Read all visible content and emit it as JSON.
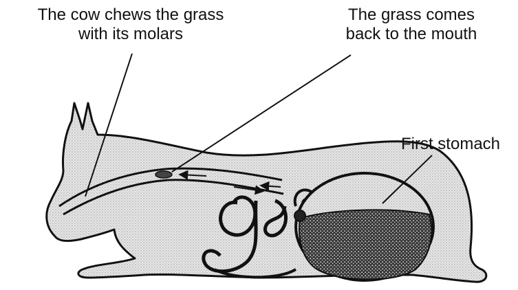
{
  "labels": {
    "chew": {
      "line1": "The cow  chews the grass",
      "line2": "with its molars"
    },
    "grass_returns": {
      "line1": "The grass comes",
      "line2": "back to the mouth"
    },
    "first_stomach": {
      "line1": "First stomach"
    }
  },
  "colors": {
    "outline": "#111111",
    "body_stipple": "#bdbdbd",
    "stomach_contents": "#222222",
    "background": "#ffffff"
  }
}
